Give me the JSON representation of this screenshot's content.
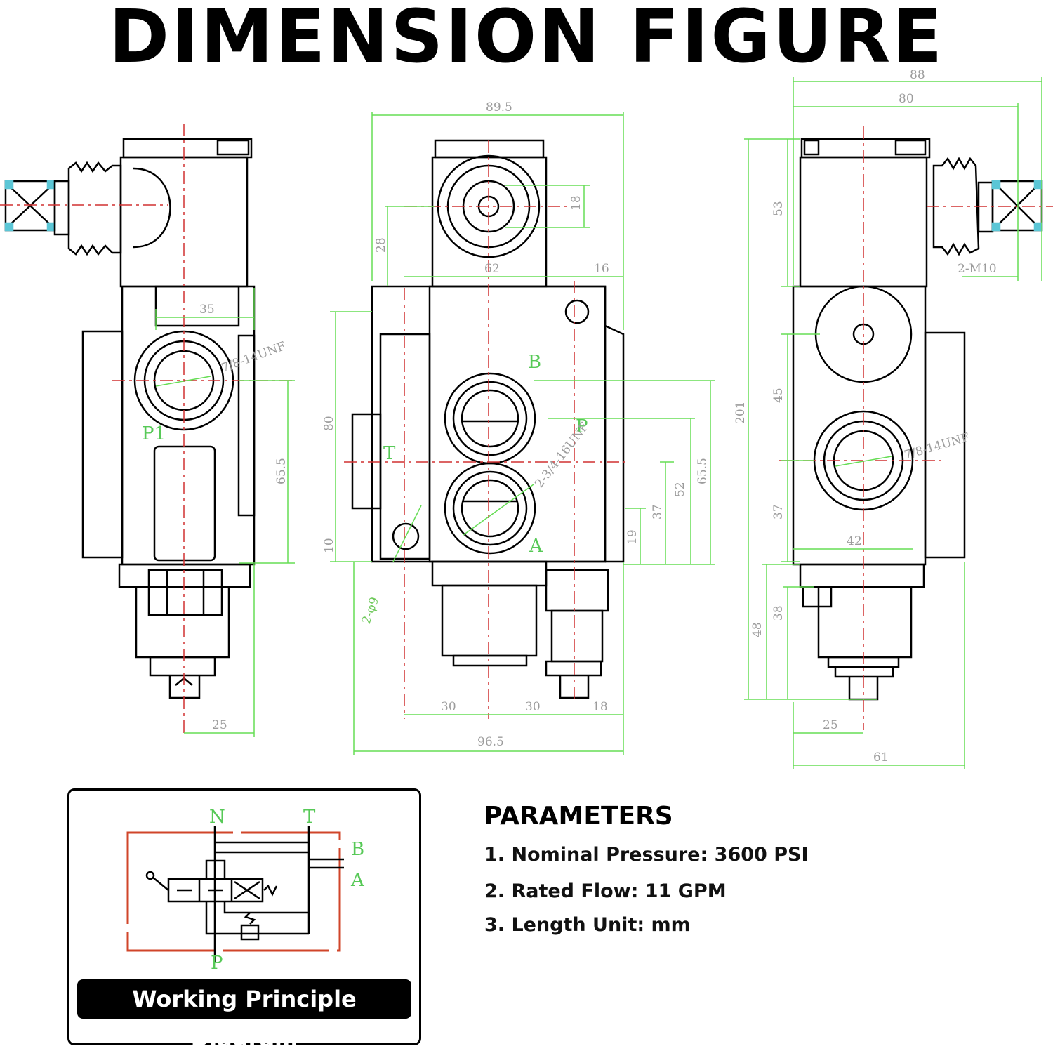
{
  "title": "DIMENSION FIGURE",
  "colors": {
    "dimension": "#66dd55",
    "center": "#d03030",
    "outline": "#000000",
    "terminal": "#5bc6d6",
    "schematic_frame": "#d0452a"
  },
  "left_view": {
    "labels": {
      "port_p1": "P1",
      "thread": "7/8-14UNF",
      "dim_35": "35",
      "dim_65_5": "65.5",
      "dim_25": "25"
    }
  },
  "center_view": {
    "labels": {
      "dim_89_5": "89.5",
      "dim_18": "18",
      "dim_28": "28",
      "dim_62": "62",
      "dim_16": "16",
      "port_b": "B",
      "port_p": "P",
      "port_t": "T",
      "port_a": "A",
      "thread": "2-3/4-16UNF",
      "dim_80": "80",
      "dim_10": "10",
      "dim_65_5": "65.5",
      "dim_52": "52",
      "dim_37": "37",
      "dim_19": "19",
      "holes": "2-φ9",
      "dim_30a": "30",
      "dim_30b": "30",
      "dim_18b": "18",
      "dim_96_5": "96.5"
    }
  },
  "right_view": {
    "labels": {
      "dim_88": "88",
      "dim_80": "80",
      "dim_53": "53",
      "mount": "2-M10",
      "dim_201": "201",
      "dim_45": "45",
      "thread": "7/8-14UNF",
      "dim_37": "37",
      "dim_42": "42",
      "dim_38": "38",
      "dim_48": "48",
      "dim_25": "25",
      "dim_61": "61"
    }
  },
  "schematic": {
    "ports": {
      "n": "N",
      "t": "T",
      "b": "B",
      "a": "A",
      "p": "P"
    },
    "caption": "Working Principle Diagram"
  },
  "parameters": {
    "title": "PARAMETERS",
    "items": [
      "1. Nominal Pressure: 3600 PSI",
      "2. Rated Flow: 11 GPM",
      "3. Length Unit: mm"
    ]
  }
}
